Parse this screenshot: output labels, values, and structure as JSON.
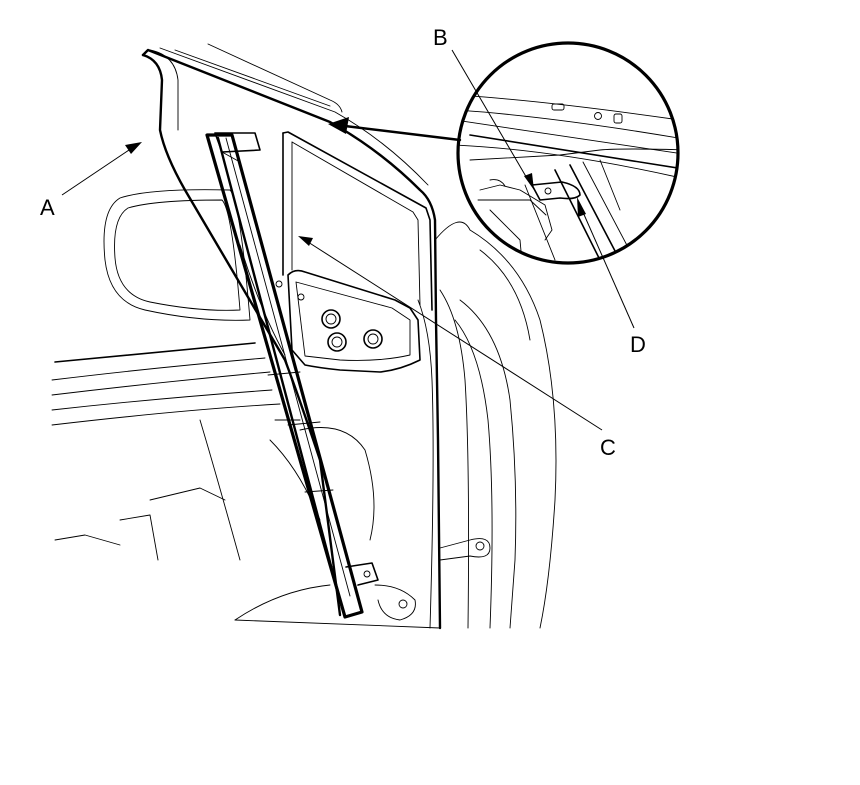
{
  "callouts": {
    "a": "A",
    "b": "B",
    "c": "C",
    "d": "D"
  },
  "colors": {
    "line": "#000000",
    "background": "#ffffff"
  }
}
